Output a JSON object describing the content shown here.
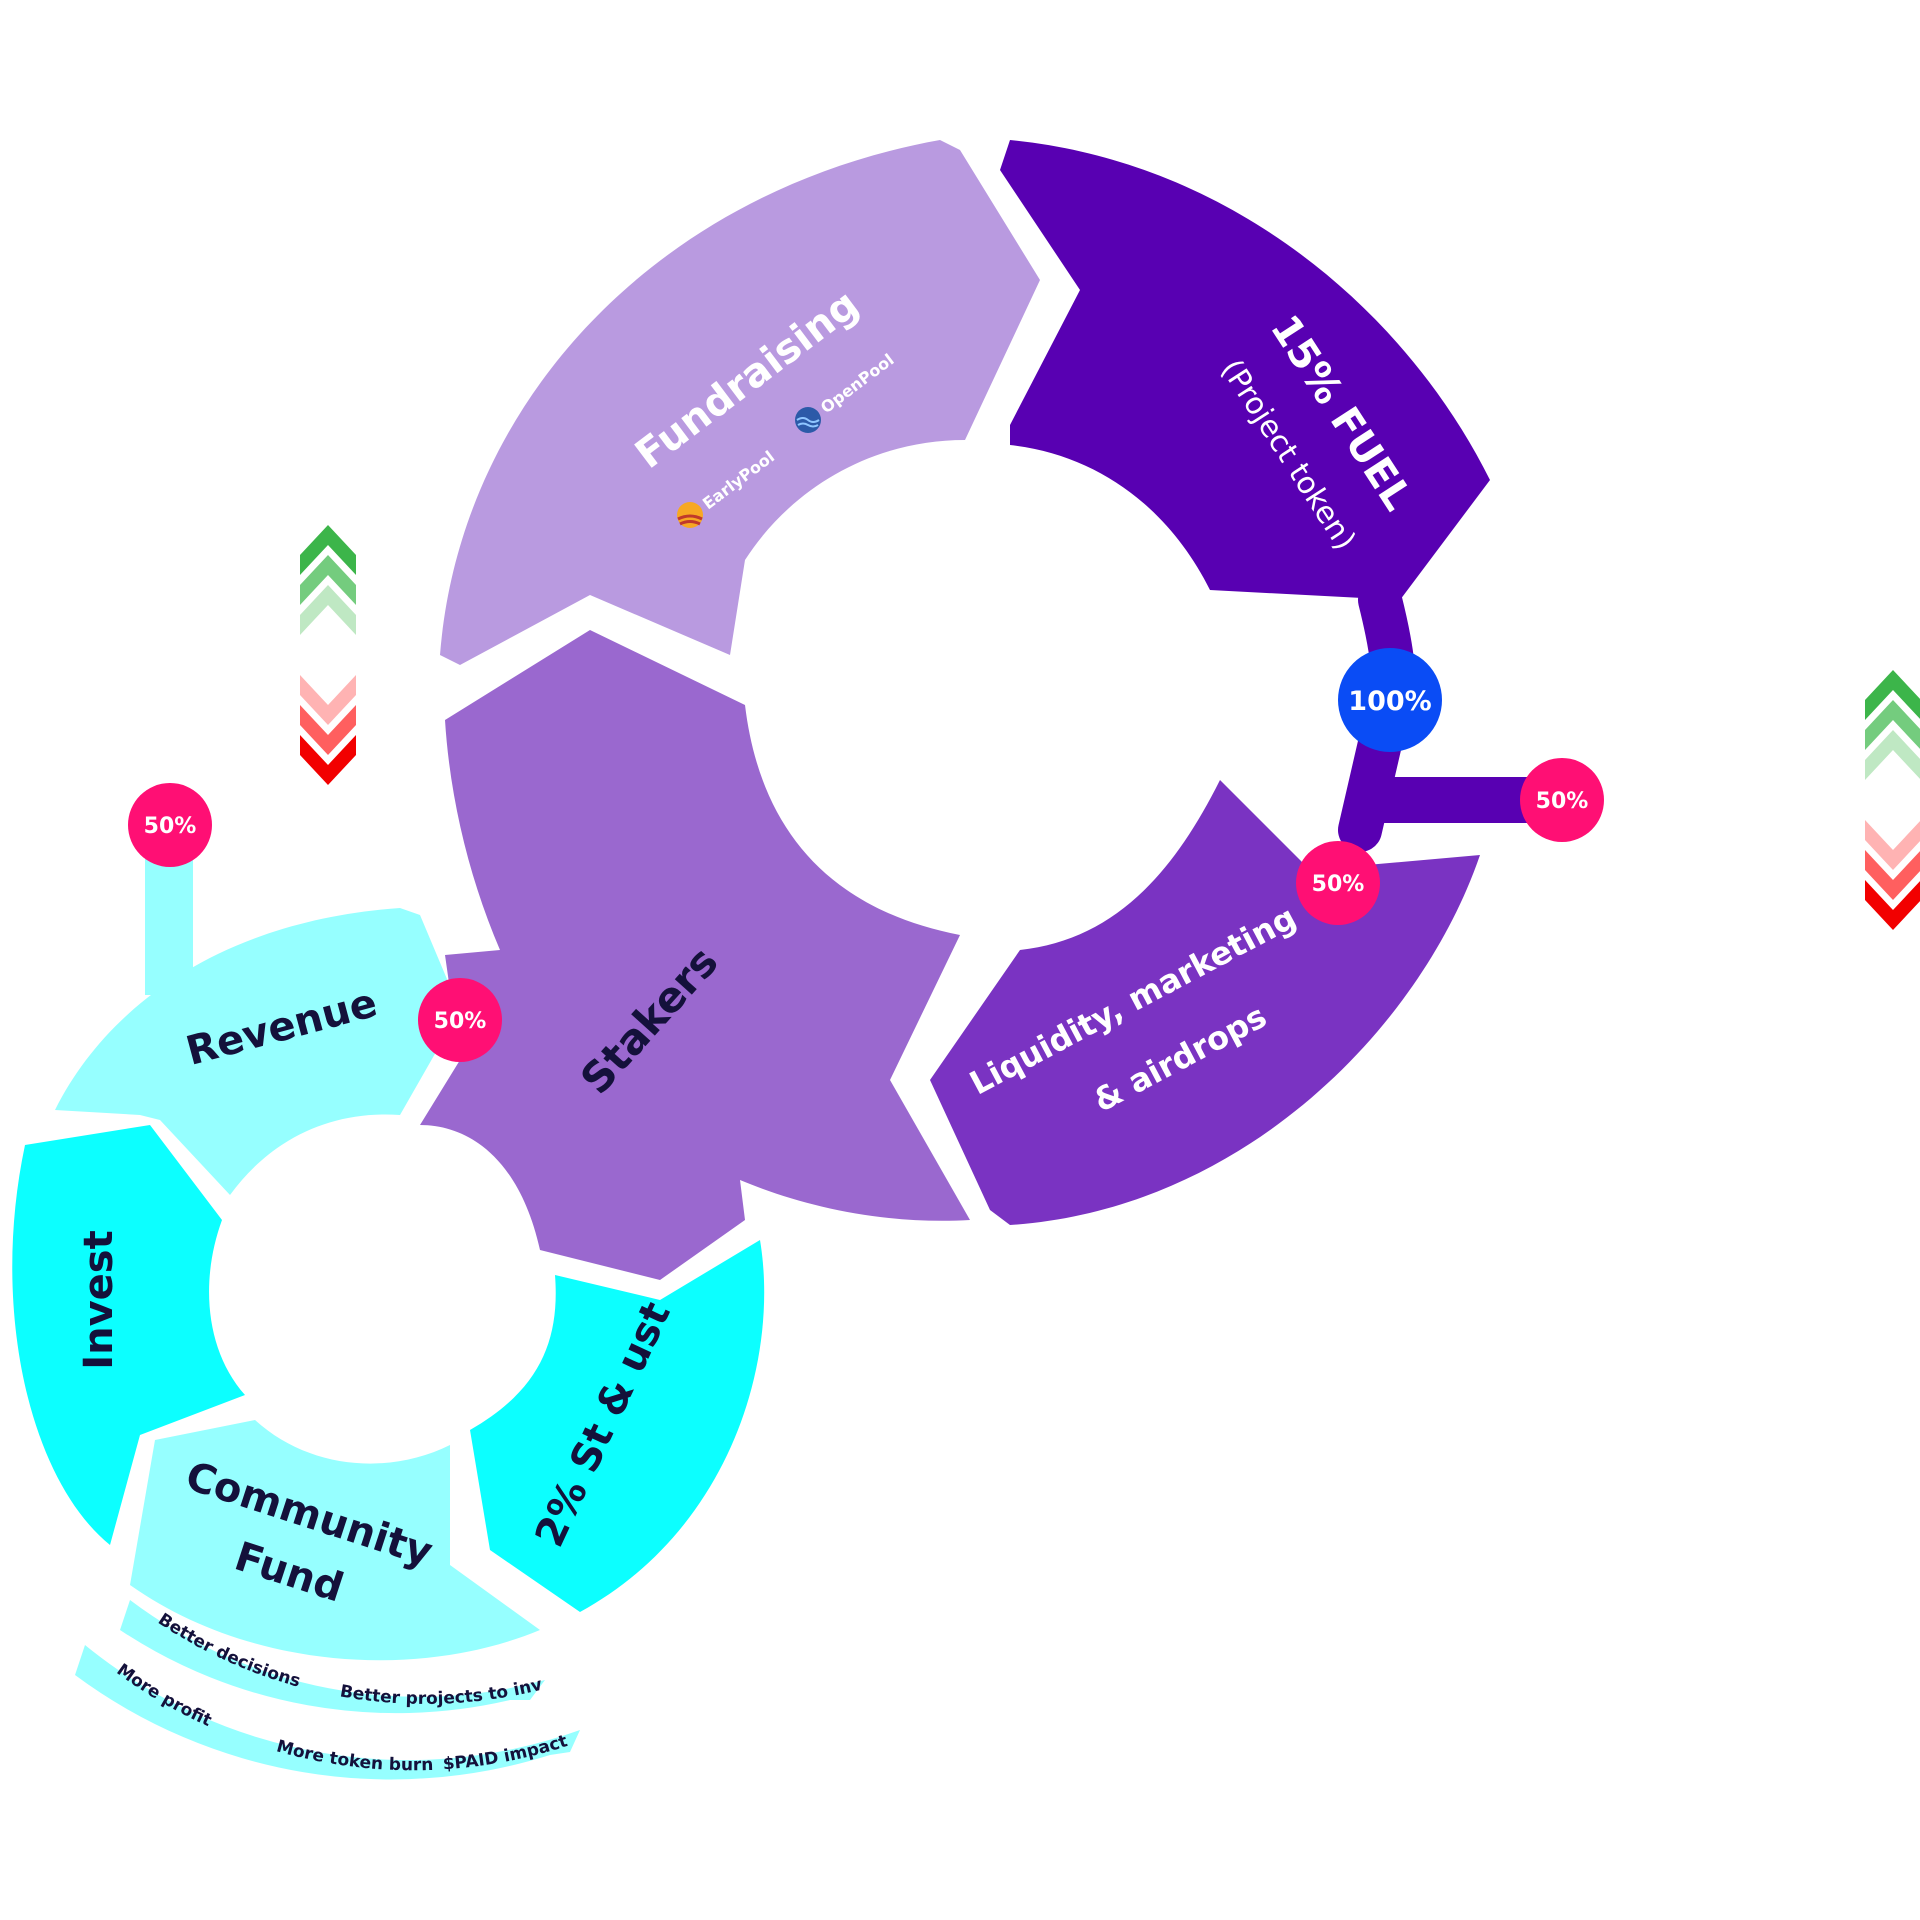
{
  "colors": {
    "fundraising": "#b99ae0",
    "fuel": "#5800b2",
    "liquidity": "#7a33c2",
    "stakers": "#9a68cf",
    "revenue": "#96ffff",
    "invest": "#0cffff",
    "community": "#96ffff",
    "st_ust": "#0cffff",
    "badge_pink": "#ff0f74",
    "badge_blue": "#0a4cf5",
    "connector": "#5800b2",
    "dark_text": "#14113b",
    "white_text": "#ffffff",
    "earlypool_icon": "#f7a823",
    "openpool_icon": "#2c5aa8",
    "up_arrows": [
      "#3cb54a",
      "#74cc7e",
      "#bfe8c3"
    ],
    "down_arrows": [
      "#ffb3b3",
      "#ff5f5f",
      "#f20000"
    ],
    "pills": "#96ffff"
  },
  "icons": {
    "earlypool": "sunrise-logo-icon",
    "openpool": "wave-logo-icon",
    "growth": "chevron-up-icon",
    "decline": "chevron-down-icon"
  },
  "big_cycle": {
    "fundraising": {
      "title": "Fundraising",
      "platforms": [
        "EarlyPool",
        "OpenPool"
      ]
    },
    "fuel": {
      "title": "15% FUEL",
      "subtitle": "(Project token)"
    },
    "liquidity": {
      "line1": "Liquidity, marketing",
      "line2": "& airdrops"
    },
    "stakers": {
      "title": "Stakers"
    }
  },
  "small_cycle": {
    "revenue": "Revenue",
    "invest": "Invest",
    "community": {
      "line1": "Community",
      "line2": "Fund"
    },
    "st_ust": "2% St & ust"
  },
  "badges": {
    "total": "100%",
    "split_a": "50%",
    "split_b": "50%",
    "stakers_share": "50%",
    "revenue_share": "50%"
  },
  "benefits": {
    "row1": [
      "Better decisions",
      "Better projects to invest in"
    ],
    "row2": [
      "More profit",
      "More token burn",
      "$PAID impact"
    ]
  }
}
